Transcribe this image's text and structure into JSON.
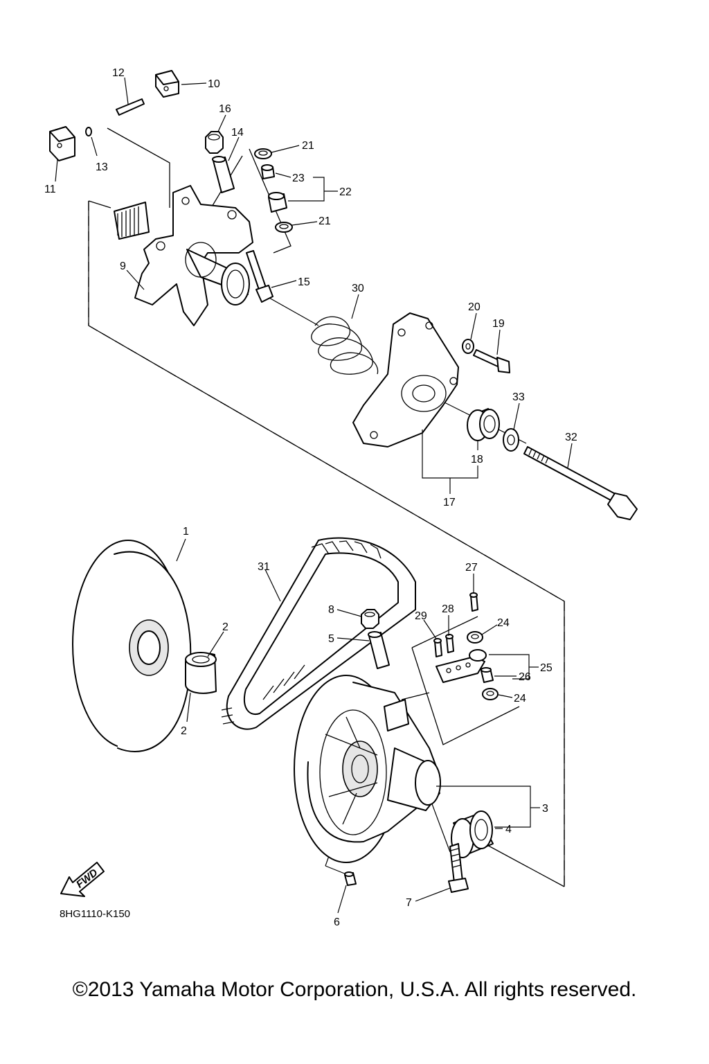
{
  "diagram": {
    "reference_code": "8HG1110-K150",
    "fwd_label": "FWD",
    "callouts": [
      "1",
      "2",
      "2",
      "3",
      "4",
      "5",
      "6",
      "7",
      "8",
      "9",
      "10",
      "11",
      "12",
      "13",
      "14",
      "15",
      "16",
      "17",
      "18",
      "19",
      "20",
      "21",
      "21",
      "22",
      "23",
      "24",
      "24",
      "25",
      "26",
      "27",
      "28",
      "29",
      "30",
      "31",
      "32",
      "33"
    ]
  },
  "footer": {
    "copyright": "©2013 Yamaha Motor Corporation, U.S.A. All rights reserved."
  }
}
